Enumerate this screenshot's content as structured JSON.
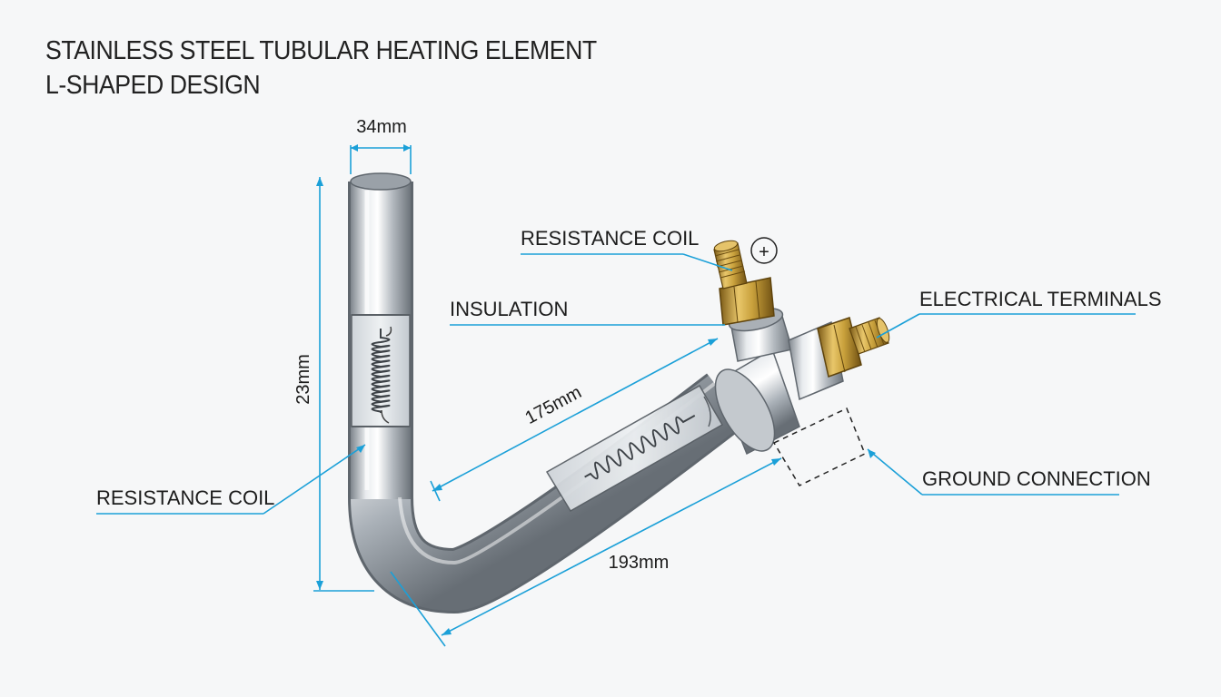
{
  "title": "STAINLESS STEEL TUBULAR HEATING ELEMENT",
  "subtitle": "L-SHAPED DESIGN",
  "labels": {
    "resistance_coil_left": "RESISTANCE COIL",
    "resistance_coil_top": "RESISTANCE COIL",
    "insulation": "INSULATION",
    "electrical_terminals": "ELECTRICAL TERMINALS",
    "ground_connection": "GROUND CONNECTION",
    "positive_symbol": "+"
  },
  "dimensions": {
    "diameter": "34mm",
    "vertical_length": "23mm",
    "diagonal_inner": "175mm",
    "diagonal_outer": "193mm"
  },
  "colors": {
    "accent": "#1ba0d8",
    "steel": "#b9bec4",
    "brass": "#c9a13c",
    "text": "#1c1c1c"
  }
}
